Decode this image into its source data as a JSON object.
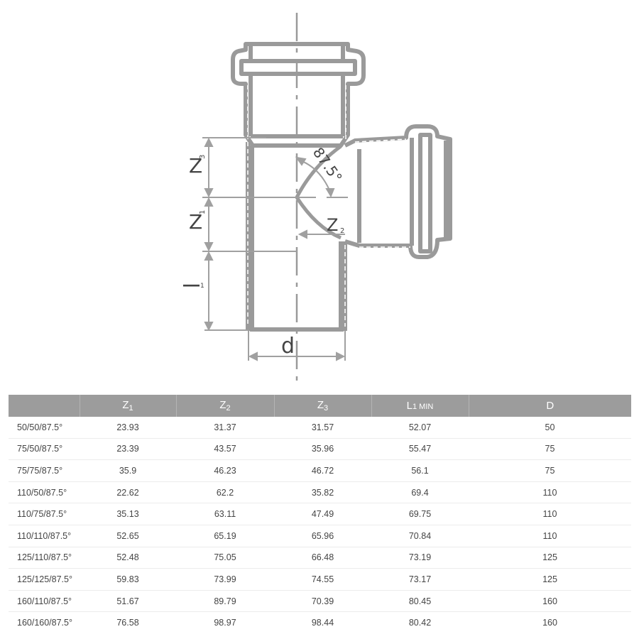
{
  "diagram": {
    "title": "Equal/reducing tee 87.5° dimension drawing",
    "labels": {
      "z3": "Z",
      "z3_sub": "3",
      "z1": "Z",
      "z1_sub": "1",
      "z2": "Z",
      "z2_sub": "2",
      "l1": "l",
      "l1_sub": "1",
      "d": "d",
      "angle": "87.5°"
    },
    "colors": {
      "line": "#9a9a9a",
      "text": "#444444"
    }
  },
  "table": {
    "headers": [
      {
        "main": "",
        "sub": ""
      },
      {
        "main": "Z",
        "sub": "1"
      },
      {
        "main": "Z",
        "sub": "2"
      },
      {
        "main": "Z",
        "sub": "3"
      },
      {
        "main": "L",
        "sub": "1 MIN"
      },
      {
        "main": "D",
        "sub": ""
      }
    ],
    "rows": [
      [
        "50/50/87.5°",
        "23.93",
        "31.37",
        "31.57",
        "52.07",
        "50"
      ],
      [
        "75/50/87.5°",
        "23.39",
        "43.57",
        "35.96",
        "55.47",
        "75"
      ],
      [
        "75/75/87.5°",
        "35.9",
        "46.23",
        "46.72",
        "56.1",
        "75"
      ],
      [
        "110/50/87.5°",
        "22.62",
        "62.2",
        "35.82",
        "69.4",
        "110"
      ],
      [
        "110/75/87.5°",
        "35.13",
        "63.11",
        "47.49",
        "69.75",
        "110"
      ],
      [
        "110/110/87.5°",
        "52.65",
        "65.19",
        "65.96",
        "70.84",
        "110"
      ],
      [
        "125/110/87.5°",
        "52.48",
        "75.05",
        "66.48",
        "73.19",
        "125"
      ],
      [
        "125/125/87.5°",
        "59.83",
        "73.99",
        "74.55",
        "73.17",
        "125"
      ],
      [
        "160/110/87.5°",
        "51.67",
        "89.79",
        "70.39",
        "80.45",
        "160"
      ],
      [
        "160/160/87.5°",
        "76.58",
        "98.97",
        "98.44",
        "80.42",
        "160"
      ]
    ],
    "colors": {
      "header_bg": "#9c9c9c",
      "header_text": "#ffffff",
      "row_separator": "#ececec"
    }
  }
}
